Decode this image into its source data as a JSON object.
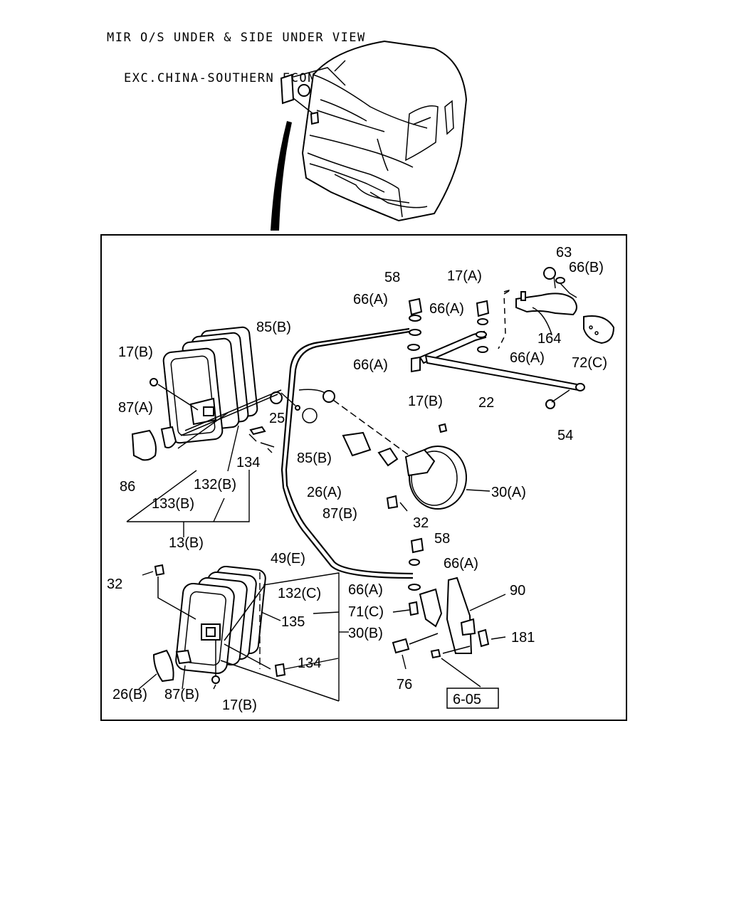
{
  "title": {
    "line1": "MIR O/S UNDER & SIDE UNDER VIEW",
    "line2": "EXC.CHINA-SOUTHERN ECONOMIC ZONE,CHINA"
  },
  "callouts": [
    {
      "id": "c-63",
      "text": "63"
    },
    {
      "id": "c-66b",
      "text": "66(B)"
    },
    {
      "id": "c-58-top",
      "text": "58"
    },
    {
      "id": "c-17a",
      "text": "17(A)"
    },
    {
      "id": "c-66a-1",
      "text": "66(A)"
    },
    {
      "id": "c-66a-2",
      "text": "66(A)"
    },
    {
      "id": "c-164",
      "text": "164"
    },
    {
      "id": "c-85b-1",
      "text": "85(B)"
    },
    {
      "id": "c-66a-3",
      "text": "66(A)"
    },
    {
      "id": "c-66a-4",
      "text": "66(A)"
    },
    {
      "id": "c-72c",
      "text": "72(C)"
    },
    {
      "id": "c-17b-1",
      "text": "17(B)"
    },
    {
      "id": "c-22",
      "text": "22"
    },
    {
      "id": "c-17b-2",
      "text": "17(B)"
    },
    {
      "id": "c-87a",
      "text": "87(A)"
    },
    {
      "id": "c-25",
      "text": "25"
    },
    {
      "id": "c-54",
      "text": "54"
    },
    {
      "id": "c-85b-2",
      "text": "85(B)"
    },
    {
      "id": "c-134-1",
      "text": "134"
    },
    {
      "id": "c-86",
      "text": "86"
    },
    {
      "id": "c-132b",
      "text": "132(B)"
    },
    {
      "id": "c-26a",
      "text": "26(A)"
    },
    {
      "id": "c-30a",
      "text": "30(A)"
    },
    {
      "id": "c-133b",
      "text": "133(B)"
    },
    {
      "id": "c-87b-1",
      "text": "87(B)"
    },
    {
      "id": "c-32-1",
      "text": "32"
    },
    {
      "id": "c-13b",
      "text": "13(B)"
    },
    {
      "id": "c-58-mid",
      "text": "58"
    },
    {
      "id": "c-49e",
      "text": "49(E)"
    },
    {
      "id": "c-66a-5",
      "text": "66(A)"
    },
    {
      "id": "c-32-2",
      "text": "32"
    },
    {
      "id": "c-90",
      "text": "90"
    },
    {
      "id": "c-132c",
      "text": "132(C)"
    },
    {
      "id": "c-66a-6",
      "text": "66(A)"
    },
    {
      "id": "c-71c",
      "text": "71(C)"
    },
    {
      "id": "c-135",
      "text": "135"
    },
    {
      "id": "c-30b",
      "text": "30(B)"
    },
    {
      "id": "c-181",
      "text": "181"
    },
    {
      "id": "c-134-2",
      "text": "134"
    },
    {
      "id": "c-76",
      "text": "76"
    },
    {
      "id": "c-26b",
      "text": "26(B)"
    },
    {
      "id": "c-87b-2",
      "text": "87(B)"
    },
    {
      "id": "c-17b-3",
      "text": "17(B)"
    },
    {
      "id": "c-ref",
      "text": "6-05"
    }
  ]
}
